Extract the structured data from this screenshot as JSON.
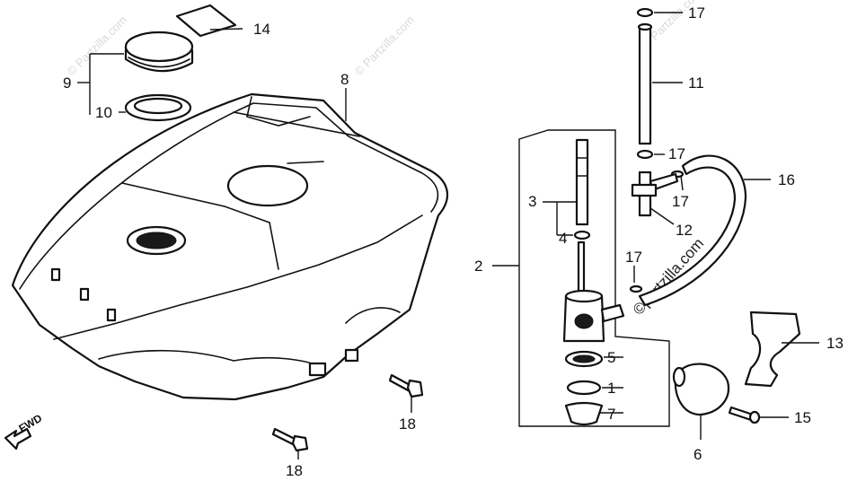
{
  "diagram": {
    "watermark_text": "© Partzilla.com",
    "watermark_brand": "©partzilla.com",
    "direction_label": "FWD",
    "callouts": [
      {
        "id": "c1",
        "label": "1"
      },
      {
        "id": "c2",
        "label": "2"
      },
      {
        "id": "c3",
        "label": "3"
      },
      {
        "id": "c4",
        "label": "4"
      },
      {
        "id": "c5",
        "label": "5"
      },
      {
        "id": "c6",
        "label": "6"
      },
      {
        "id": "c7",
        "label": "7"
      },
      {
        "id": "c8",
        "label": "8"
      },
      {
        "id": "c9",
        "label": "9"
      },
      {
        "id": "c10",
        "label": "10"
      },
      {
        "id": "c11",
        "label": "11"
      },
      {
        "id": "c12",
        "label": "12"
      },
      {
        "id": "c13",
        "label": "13"
      },
      {
        "id": "c14",
        "label": "14"
      },
      {
        "id": "c15",
        "label": "15"
      },
      {
        "id": "c16",
        "label": "16"
      },
      {
        "id": "c17a",
        "label": "17"
      },
      {
        "id": "c17b",
        "label": "17"
      },
      {
        "id": "c17c",
        "label": "17"
      },
      {
        "id": "c17d",
        "label": "17"
      },
      {
        "id": "c18a",
        "label": "18"
      },
      {
        "id": "c18b",
        "label": "18"
      }
    ]
  }
}
